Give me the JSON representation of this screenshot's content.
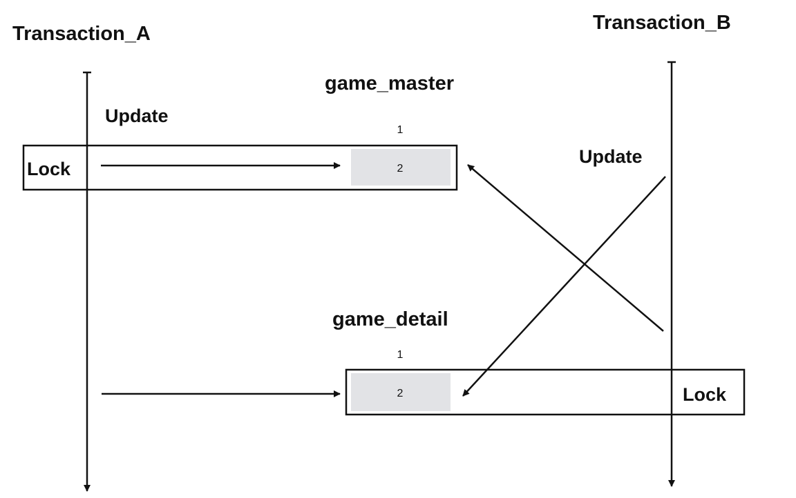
{
  "transaction_a": {
    "title": "Transaction_A",
    "update_label": "Update",
    "lock_label": "Lock"
  },
  "transaction_b": {
    "title": "Transaction_B",
    "update_label": "Update",
    "lock_label": "Lock"
  },
  "game_master": {
    "title": "game_master",
    "row_1": "1",
    "row_2": "2"
  },
  "game_detail": {
    "title": "game_detail",
    "row_1": "1",
    "row_2": "2"
  },
  "colors": {
    "stroke": "#111111",
    "cell_fill": "#e2e3e6",
    "background": "#ffffff"
  }
}
